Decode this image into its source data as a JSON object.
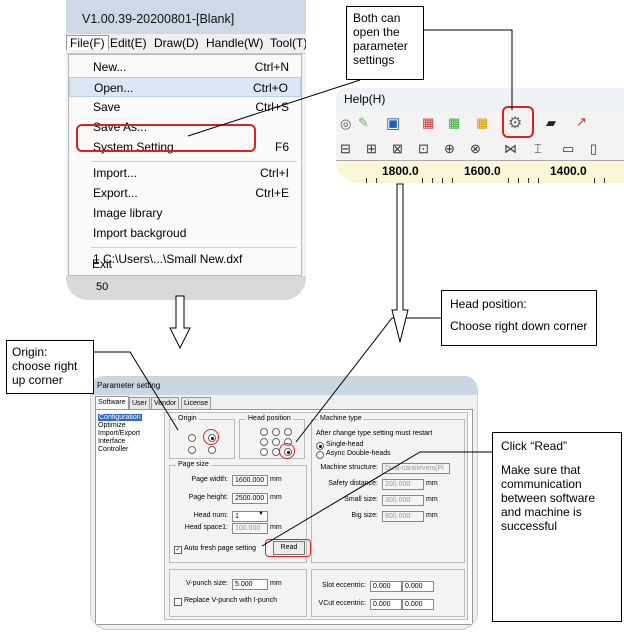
{
  "file_menu": {
    "window_title": "V1.00.39-20200801-[Blank]",
    "menubar": [
      "File(F)",
      "Edit(E)",
      "Draw(D)",
      "Handle(W)",
      "Tool(T)"
    ],
    "items": [
      {
        "label": "New...",
        "shortcut": "Ctrl+N"
      },
      {
        "label": "Open...",
        "shortcut": "Ctrl+O"
      },
      {
        "label": "Save",
        "shortcut": "Ctrl+S"
      },
      {
        "label": "Save As...",
        "shortcut": ""
      },
      {
        "label": "System Setting",
        "shortcut": "F6"
      },
      {
        "label": "Import...",
        "shortcut": "Ctrl+I"
      },
      {
        "label": "Export...",
        "shortcut": "Ctrl+E"
      },
      {
        "label": "Image library",
        "shortcut": ""
      },
      {
        "label": "Import backgroud",
        "shortcut": ""
      },
      {
        "label": "1 C:\\Users\\...\\Small New.dxf",
        "shortcut": ""
      },
      {
        "label": "Exit",
        "shortcut": ""
      }
    ],
    "bottom_text": "50"
  },
  "toolbar": {
    "menu_label": "Help(H)",
    "ruler": [
      "1800.0",
      "1600.0",
      "1400.0"
    ]
  },
  "callouts": {
    "both_settings": "Both can open the parameter settings",
    "head_title": "Head position:",
    "head_body": "Choose right down corner",
    "origin": "Origin: choose right up corner",
    "read_title": "Click “Read”",
    "read_body": "Make sure that communication between software and machine is successful"
  },
  "param_dialog": {
    "title": "Parameter setting",
    "tabs": [
      "Software",
      "User",
      "Vendor",
      "License"
    ],
    "tree": [
      "Configuration",
      "Optimize",
      "Import/Export",
      "Interface",
      "Controller"
    ],
    "origin_label": "Origin",
    "head_position_label": "Head position",
    "machine_type_label": "Machine type",
    "restart_note": "After change type setting must restart",
    "single_head": "Single-head",
    "async_heads": "Async Double-heads",
    "machine_structure_label": "Machine structure:",
    "machine_structure_value": "Dual-cantilevers(Pl",
    "safety_distance_label": "Safety distance:",
    "safety_distance_value": "200.000",
    "small_size_label": "Small size:",
    "small_size_value": "300.000",
    "big_size_label": "Big size:",
    "big_size_value": "800.000",
    "page_size_label": "Page size",
    "page_width_label": "Page width:",
    "page_width_value": "1600.000",
    "page_height_label": "Page height:",
    "page_height_value": "2500.000",
    "head_num_label": "Head num:",
    "head_num_value": "1",
    "head_space_label": "Head space1:",
    "head_space_value": "100.000",
    "unit": "mm",
    "auto_fresh_label": "Auto fresh page setting",
    "read_button": "Read",
    "vpunch_label": "V-punch size:",
    "vpunch_value": "5.000",
    "replace_vpunch_label": "Replace V-punch with I-punch",
    "slot_eccentric_label": "Slot eccentric:",
    "slot_eccentric_values": [
      "0.000",
      "0.000"
    ],
    "vcut_eccentric_label": "VCut eccentric:",
    "vcut_eccentric_values": [
      "0.000",
      "0.000"
    ]
  }
}
